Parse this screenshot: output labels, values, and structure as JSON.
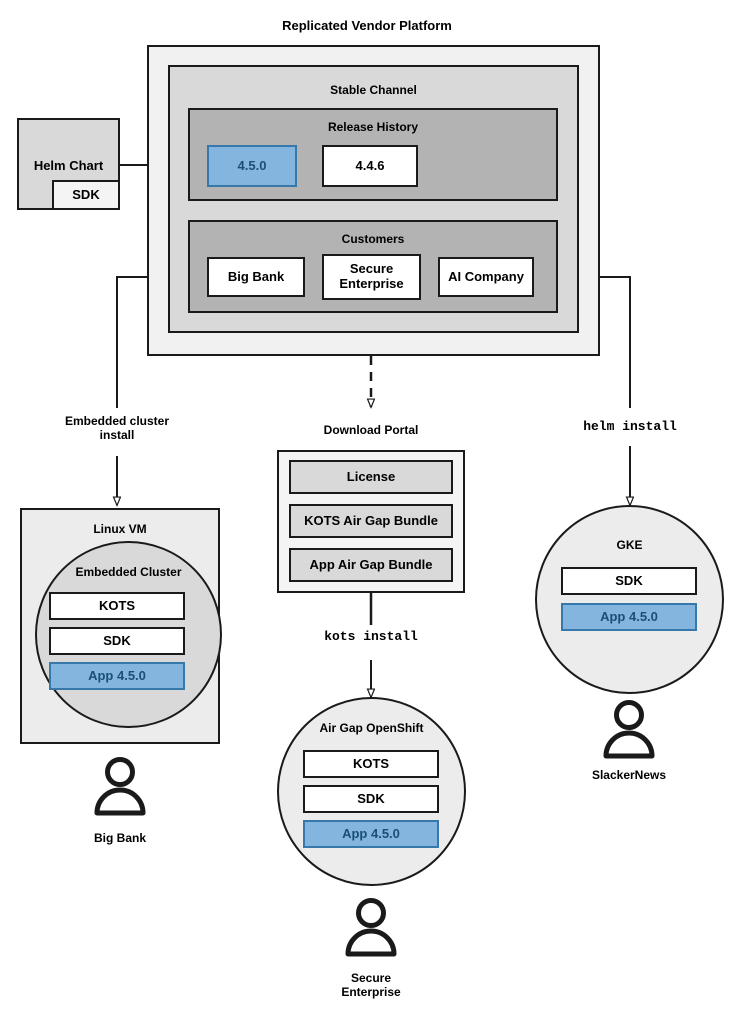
{
  "diagram": {
    "title": "Replicated Vendor Platform",
    "platform": {
      "channel_title": "Stable Channel",
      "release_history": {
        "title": "Release History",
        "releases": [
          {
            "version": "4.5.0",
            "state": "highlighted"
          },
          {
            "version": "4.4.6",
            "state": "normal"
          }
        ]
      },
      "customers": {
        "title": "Customers",
        "items": [
          {
            "name": "Big Bank"
          },
          {
            "name": "Secure Enterprise"
          },
          {
            "name": "AI Company"
          }
        ]
      }
    },
    "helm_chart": {
      "title": "Helm Chart",
      "sdk_label": "SDK"
    },
    "edges": [
      {
        "label": "Embedded cluster install",
        "style": "solid"
      },
      {
        "label": "Download Portal",
        "style": "dashed"
      },
      {
        "label": "helm install",
        "style": "solid",
        "mono": true
      },
      {
        "label": "kots install",
        "style": "solid",
        "mono": true
      }
    ],
    "branches": {
      "left": {
        "edge_label_line1": "Embedded cluster",
        "edge_label_line2": "install",
        "target_title": "Linux VM",
        "cluster_title": "Embedded Cluster",
        "components": [
          {
            "label": "KOTS",
            "style": "white"
          },
          {
            "label": "SDK",
            "style": "white"
          },
          {
            "label": "App 4.5.0",
            "style": "blue"
          }
        ],
        "persona": "Big Bank"
      },
      "middle": {
        "portal_title": "Download Portal",
        "portal_items": [
          {
            "label": "License"
          },
          {
            "label": "KOTS Air Gap Bundle"
          },
          {
            "label": "App Air Gap Bundle"
          }
        ],
        "install_command": "kots install",
        "target_title": "Air Gap OpenShift",
        "components": [
          {
            "label": "KOTS",
            "style": "white"
          },
          {
            "label": "SDK",
            "style": "white"
          },
          {
            "label": "App 4.5.0",
            "style": "blue"
          }
        ],
        "persona_line1": "Secure",
        "persona_line2": "Enterprise"
      },
      "right": {
        "install_command": "helm install",
        "target_title": "GKE",
        "components": [
          {
            "label": "SDK",
            "style": "white"
          },
          {
            "label": "App 4.5.0",
            "style": "blue"
          }
        ],
        "persona": "SlackerNews"
      }
    },
    "colors": {
      "accent_blue_fill": "#84b5de",
      "accent_blue_border": "#3778ab",
      "accent_blue_text": "#1a4f7a",
      "platform_bg": "#f1f1f1",
      "channel_bg": "#d9d9d9",
      "group_bg": "#b3b3b3",
      "stroke": "#1a1a1a"
    }
  }
}
